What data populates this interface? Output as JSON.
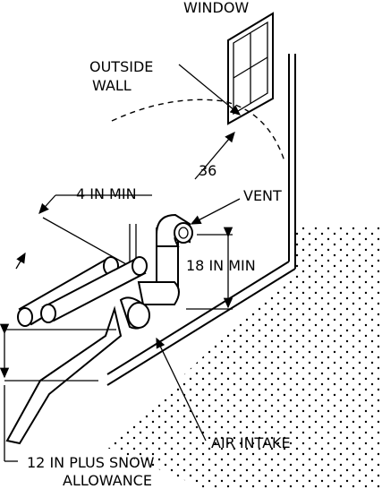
{
  "labels": {
    "window": "WINDOW",
    "outside_wall_1": "OUTSIDE",
    "outside_wall_2": "WALL",
    "angle": "36",
    "vent": "VENT",
    "four_in_min": "4 IN MIN",
    "eighteen_in_min": "18 IN MIN",
    "air_intake": "AIR INTAKE",
    "twelve_in_1": "12 IN PLUS SNOW",
    "twelve_in_2": "ALLOWANCE"
  }
}
